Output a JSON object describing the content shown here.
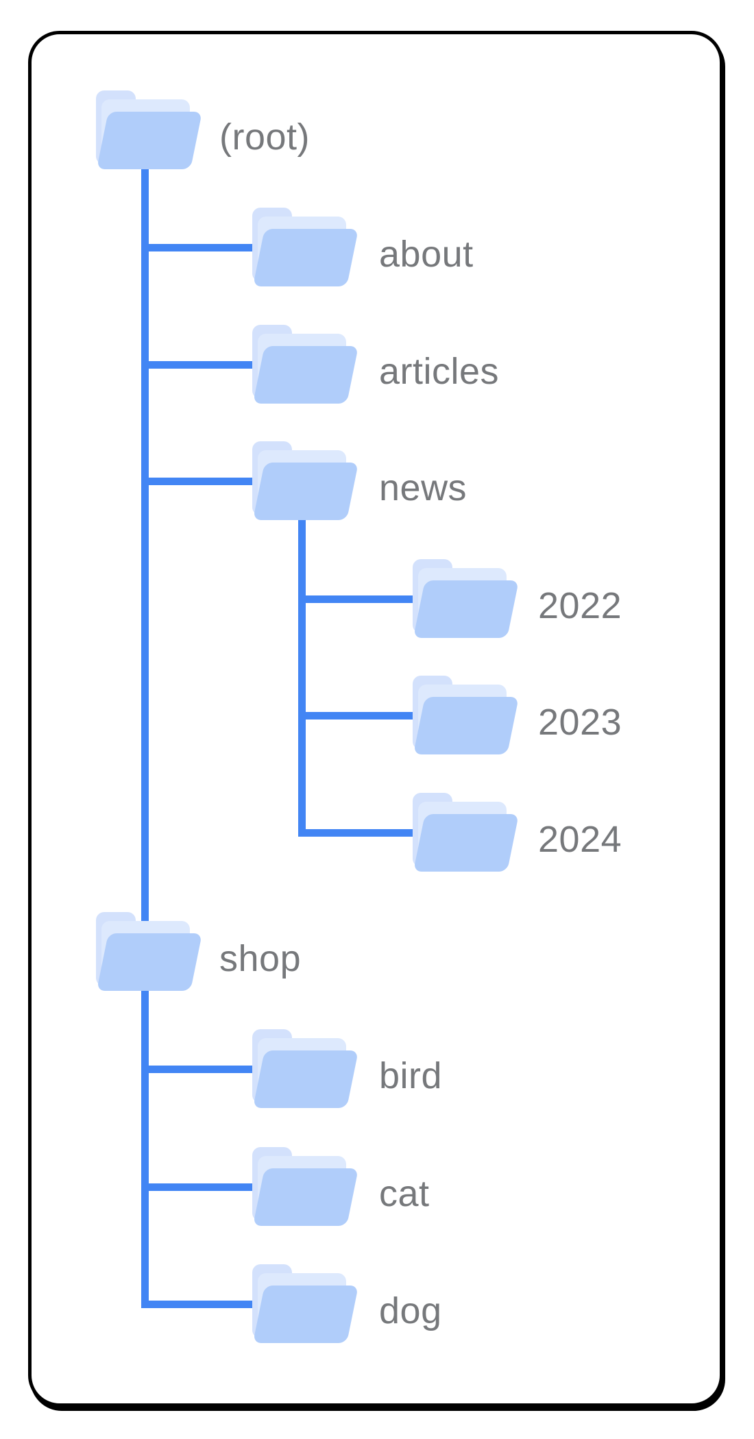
{
  "colors": {
    "background": "#ffffff",
    "frame_border": "#000000",
    "connector_line": "#4285f4",
    "folder_front": "#b0cdfa",
    "folder_flap": "#dde9fd",
    "folder_back": "#d3e1fc",
    "label_text": "#76787b"
  },
  "tree": {
    "nodes": [
      {
        "id": "root",
        "label": "(root)",
        "indent": 0,
        "connector": "none"
      },
      {
        "id": "about",
        "label": "about",
        "indent": 1,
        "connector": "branch"
      },
      {
        "id": "articles",
        "label": "articles",
        "indent": 1,
        "connector": "branch"
      },
      {
        "id": "news",
        "label": "news",
        "indent": 1,
        "connector": "branch"
      },
      {
        "id": "y2022",
        "label": "2022",
        "indent": 2,
        "connector": "branch"
      },
      {
        "id": "y2023",
        "label": "2023",
        "indent": 2,
        "connector": "branch"
      },
      {
        "id": "y2024",
        "label": "2024",
        "indent": 2,
        "connector": "branch"
      },
      {
        "id": "shop",
        "label": "shop",
        "indent": 0,
        "connector": "trunk"
      },
      {
        "id": "bird",
        "label": "bird",
        "indent": 1,
        "connector": "branch"
      },
      {
        "id": "cat",
        "label": "cat",
        "indent": 1,
        "connector": "branch"
      },
      {
        "id": "dog",
        "label": "dog",
        "indent": 1,
        "connector": "branch"
      }
    ]
  }
}
